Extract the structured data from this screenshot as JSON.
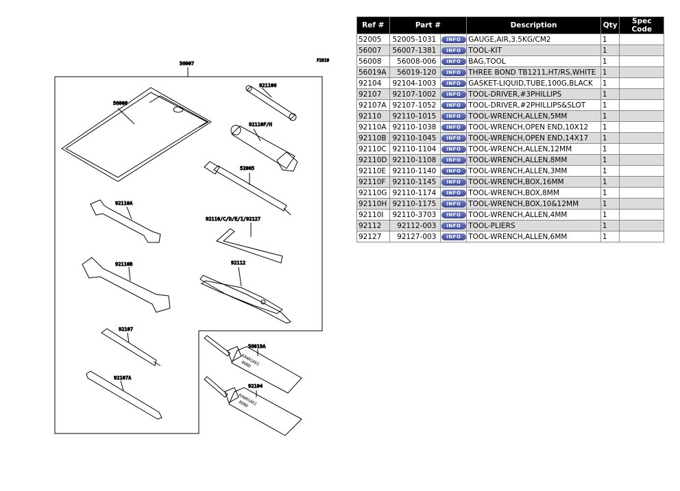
{
  "diagram": {
    "code": "F2810",
    "labels": {
      "kit": "56007",
      "bag": "56008",
      "w_g": "92110G",
      "w_fh": "92110F/H",
      "gauge": "52005",
      "w_a": "92110A",
      "allen": "92110/C/D/E/I/92127",
      "w_b": "92110B",
      "pliers": "92112",
      "driver": "92107",
      "driver_a": "92107A",
      "bond": "56019A",
      "gasket": "92104"
    },
    "tube_text": [
      "KAWASAKI",
      "BOND"
    ]
  },
  "table": {
    "headers": [
      "Ref #",
      "Part #",
      "Description",
      "Qty",
      "Spec Code"
    ],
    "info_label": "INFO",
    "rows": [
      {
        "ref": "52005",
        "part": "52005-1031",
        "desc": "GAUGE,AIR,3.5KG/CM2",
        "qty": "1",
        "spec": ""
      },
      {
        "ref": "56007",
        "part": "56007-1381",
        "desc": "TOOL-KIT",
        "qty": "1",
        "spec": ""
      },
      {
        "ref": "56008",
        "part": "56008-006",
        "desc": "BAG,TOOL",
        "qty": "1",
        "spec": ""
      },
      {
        "ref": "56019A",
        "part": "56019-120",
        "desc": "THREE BOND TB1211,HT/RS,WHITE",
        "qty": "1",
        "spec": ""
      },
      {
        "ref": "92104",
        "part": "92104-1003",
        "desc": "GASKET-LIQUID,TUBE,100G,BLACK",
        "qty": "1",
        "spec": ""
      },
      {
        "ref": "92107",
        "part": "92107-1002",
        "desc": "TOOL-DRIVER,#3PHILLIPS",
        "qty": "1",
        "spec": ""
      },
      {
        "ref": "92107A",
        "part": "92107-1052",
        "desc": "TOOL-DRIVER,#2PHILLIPS&SLOT",
        "qty": "1",
        "spec": ""
      },
      {
        "ref": "92110",
        "part": "92110-1015",
        "desc": "TOOL-WRENCH,ALLEN,5MM",
        "qty": "1",
        "spec": ""
      },
      {
        "ref": "92110A",
        "part": "92110-1038",
        "desc": "TOOL-WRENCH,OPEN END,10X12",
        "qty": "1",
        "spec": ""
      },
      {
        "ref": "92110B",
        "part": "92110-1045",
        "desc": "TOOL-WRENCH,OPEN END,14X17",
        "qty": "1",
        "spec": ""
      },
      {
        "ref": "92110C",
        "part": "92110-1104",
        "desc": "TOOL-WRENCH,ALLEN,12MM",
        "qty": "1",
        "spec": ""
      },
      {
        "ref": "92110D",
        "part": "92110-1108",
        "desc": "TOOL-WRENCH,ALLEN,8MM",
        "qty": "1",
        "spec": ""
      },
      {
        "ref": "92110E",
        "part": "92110-1140",
        "desc": "TOOL-WRENCH,ALLEN,3MM",
        "qty": "1",
        "spec": ""
      },
      {
        "ref": "92110F",
        "part": "92110-1145",
        "desc": "TOOL-WRENCH,BOX,16MM",
        "qty": "1",
        "spec": ""
      },
      {
        "ref": "92110G",
        "part": "92110-1174",
        "desc": "TOOL-WRENCH,BOX,8MM",
        "qty": "1",
        "spec": ""
      },
      {
        "ref": "92110H",
        "part": "92110-1175",
        "desc": "TOOL-WRENCH,BOX,10&12MM",
        "qty": "1",
        "spec": ""
      },
      {
        "ref": "92110I",
        "part": "92110-3703",
        "desc": "TOOL-WRENCH,ALLEN,4MM",
        "qty": "1",
        "spec": ""
      },
      {
        "ref": "92112",
        "part": "92112-003",
        "desc": "TOOL-PLIERS",
        "qty": "1",
        "spec": ""
      },
      {
        "ref": "92127",
        "part": "92127-003",
        "desc": "TOOL-WRENCH,ALLEN,6MM",
        "qty": "1",
        "spec": ""
      }
    ]
  }
}
